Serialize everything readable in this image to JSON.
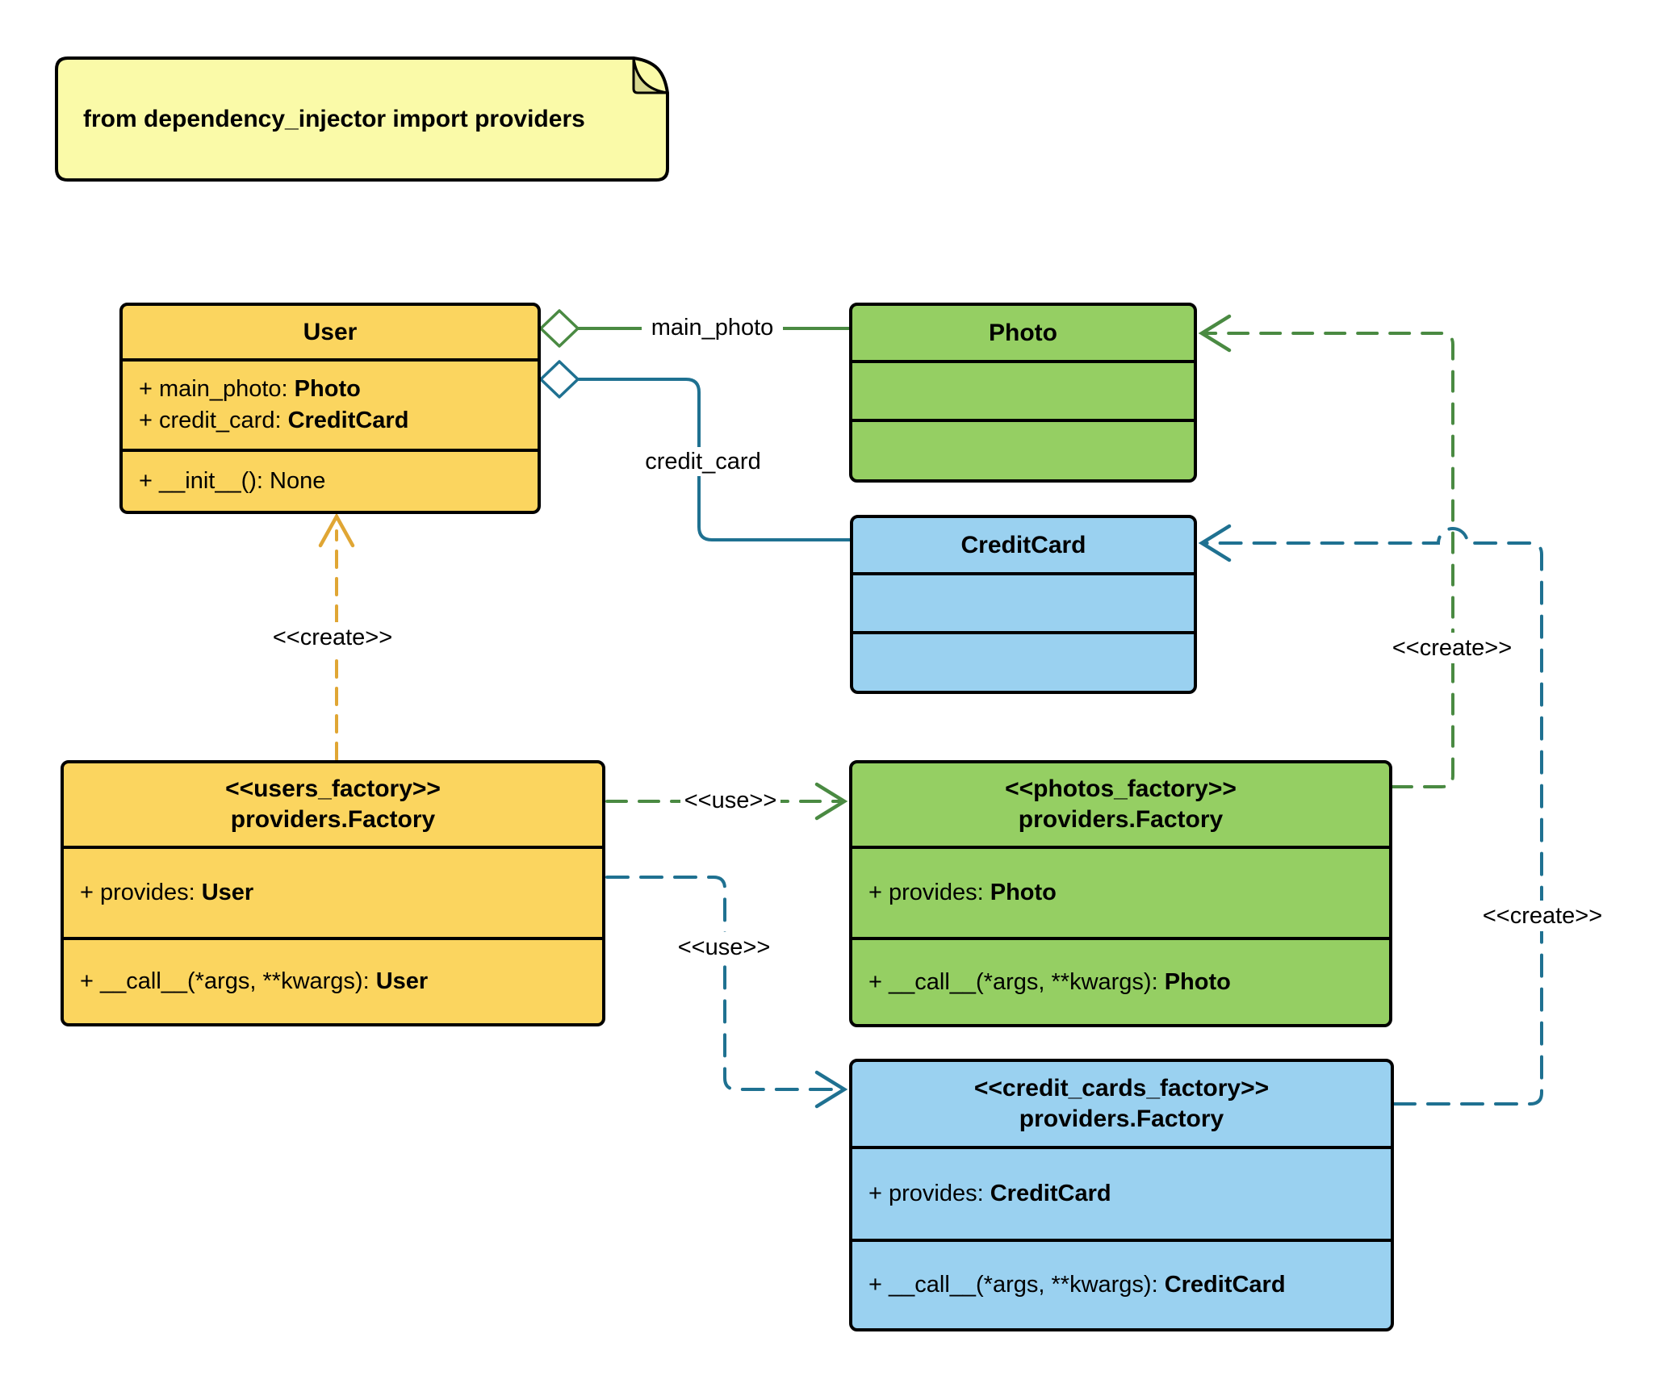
{
  "colors": {
    "class_yellow": "#FBD55F",
    "class_green": "#95CF63",
    "class_blue": "#9AD1F0",
    "note_yellow": "#FAFAA8",
    "note_fold": "#D8D890",
    "edge_green": "#4A8A42",
    "edge_teal": "#1F7191",
    "edge_gold": "#E0A634",
    "border_black": "#000000"
  },
  "note": {
    "text": "from dependency_injector import providers"
  },
  "labels": {
    "main_photo": "main_photo",
    "credit_card": "credit_card",
    "create": "<<create>>",
    "use": "<<use>>"
  },
  "classes": {
    "user": {
      "title": "User",
      "attributes": [
        {
          "prefix": "+ main_photo: ",
          "type": "Photo"
        },
        {
          "prefix": "+ credit_card: ",
          "type": "CreditCard"
        }
      ],
      "methods": [
        {
          "prefix": "+ __init__(): None",
          "type": ""
        }
      ]
    },
    "photo": {
      "title": "Photo"
    },
    "credit_card": {
      "title": "CreditCard"
    },
    "users_factory": {
      "stereotype": "<<users_factory>>",
      "title": "providers.Factory",
      "attributes": [
        {
          "prefix": "+ provides: ",
          "type": "User"
        }
      ],
      "methods": [
        {
          "prefix": "+ __call__(*args, **kwargs): ",
          "type": "User"
        }
      ]
    },
    "photos_factory": {
      "stereotype": "<<photos_factory>>",
      "title": "providers.Factory",
      "attributes": [
        {
          "prefix": "+ provides: ",
          "type": "Photo"
        }
      ],
      "methods": [
        {
          "prefix": "+ __call__(*args, **kwargs): ",
          "type": "Photo"
        }
      ]
    },
    "credit_cards_factory": {
      "stereotype": "<<credit_cards_factory>>",
      "title": "providers.Factory",
      "attributes": [
        {
          "prefix": "+ provides: ",
          "type": "CreditCard"
        }
      ],
      "methods": [
        {
          "prefix": "+ __call__(*args, **kwargs): ",
          "type": "CreditCard"
        }
      ]
    }
  }
}
